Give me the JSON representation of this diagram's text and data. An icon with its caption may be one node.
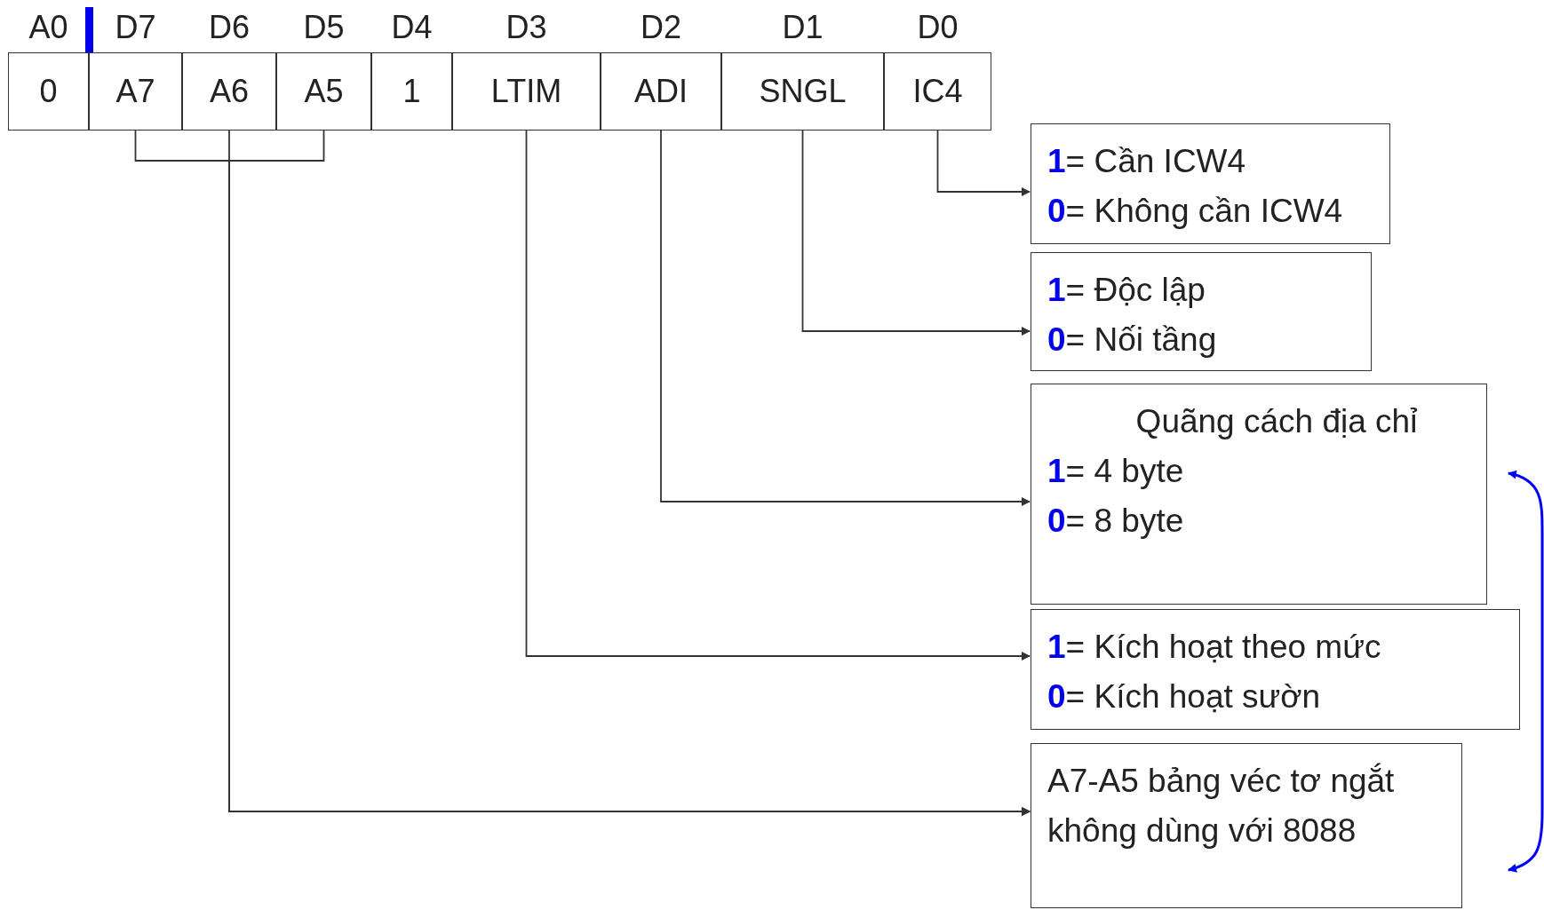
{
  "diagram": {
    "nodes": [
      {
        "text": [
          "0"
        ],
        "beside": [
          "A0"
        ]
      },
      {
        "text": [
          "A7"
        ],
        "beside": [
          "D7"
        ]
      },
      {
        "text": [
          "A6"
        ],
        "beside": [
          "D6"
        ]
      },
      {
        "text": [
          "A5"
        ],
        "beside": [
          "D5"
        ]
      },
      {
        "text": [
          "1"
        ],
        "beside": [
          "D4"
        ]
      },
      {
        "text": [
          "LTIM"
        ],
        "beside": [
          "D3"
        ]
      },
      {
        "text": [
          "ADI"
        ],
        "beside": [
          "D2"
        ]
      },
      {
        "text": [
          "SNGL"
        ],
        "beside": [
          "D1"
        ]
      },
      {
        "text": [
          "IC4"
        ],
        "beside": [
          "D0"
        ]
      },
      {
        "text": [
          "1= Cần ICW4",
          "0= Không cần ICW4"
        ]
      },
      {
        "text": [
          "1= Độc lập",
          "0= Nối tầng"
        ]
      },
      {
        "text": [
          "Quãng cách địa chỉ",
          "1= 4 byte",
          "0= 8 byte"
        ]
      },
      {
        "text": [
          "1= Kích hoạt theo mức",
          "0= Kích hoạt sườn"
        ]
      },
      {
        "text": [
          "A7-A5 bảng véc tơ ngắt không dùng với 8088"
        ]
      }
    ],
    "edges": [
      {
        "from": 8,
        "to": 9,
        "arrow": "to"
      },
      {
        "from": 7,
        "to": 10,
        "arrow": "to"
      },
      {
        "from": 6,
        "to": 11,
        "arrow": "to"
      },
      {
        "from": 5,
        "to": 12,
        "arrow": "to"
      },
      {
        "from": 1,
        "to": 13,
        "arrow": "to"
      },
      {
        "from": 2,
        "to": 13,
        "arrow": "to"
      },
      {
        "from": 3,
        "to": 13,
        "arrow": "to"
      },
      {
        "from": 11,
        "to": 13,
        "arrow": "both",
        "color": "#0000ff"
      }
    ]
  }
}
